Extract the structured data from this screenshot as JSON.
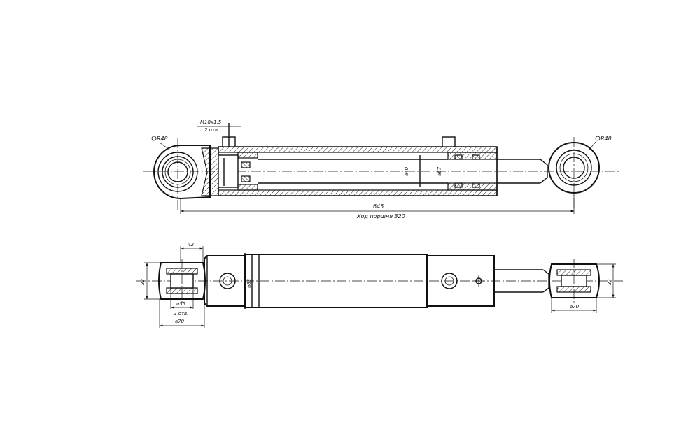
{
  "labels": {
    "eye_left": "R48",
    "eye_right": "R48",
    "port_thread": "M18x1.5",
    "port_count": "2 отв.",
    "rod_dia": "⌀40",
    "bore_dia": "⌀67",
    "length": "645",
    "stroke": "Ход поршня 320",
    "eye_width": "42",
    "eye_height_left": "32",
    "pin_dia": "⌀35",
    "pin_count": "2 отв.",
    "eye_outer_left": "⌀70",
    "tube_dia": "⌀83",
    "eye_height_right": "37",
    "eye_outer_right": "⌀70"
  }
}
